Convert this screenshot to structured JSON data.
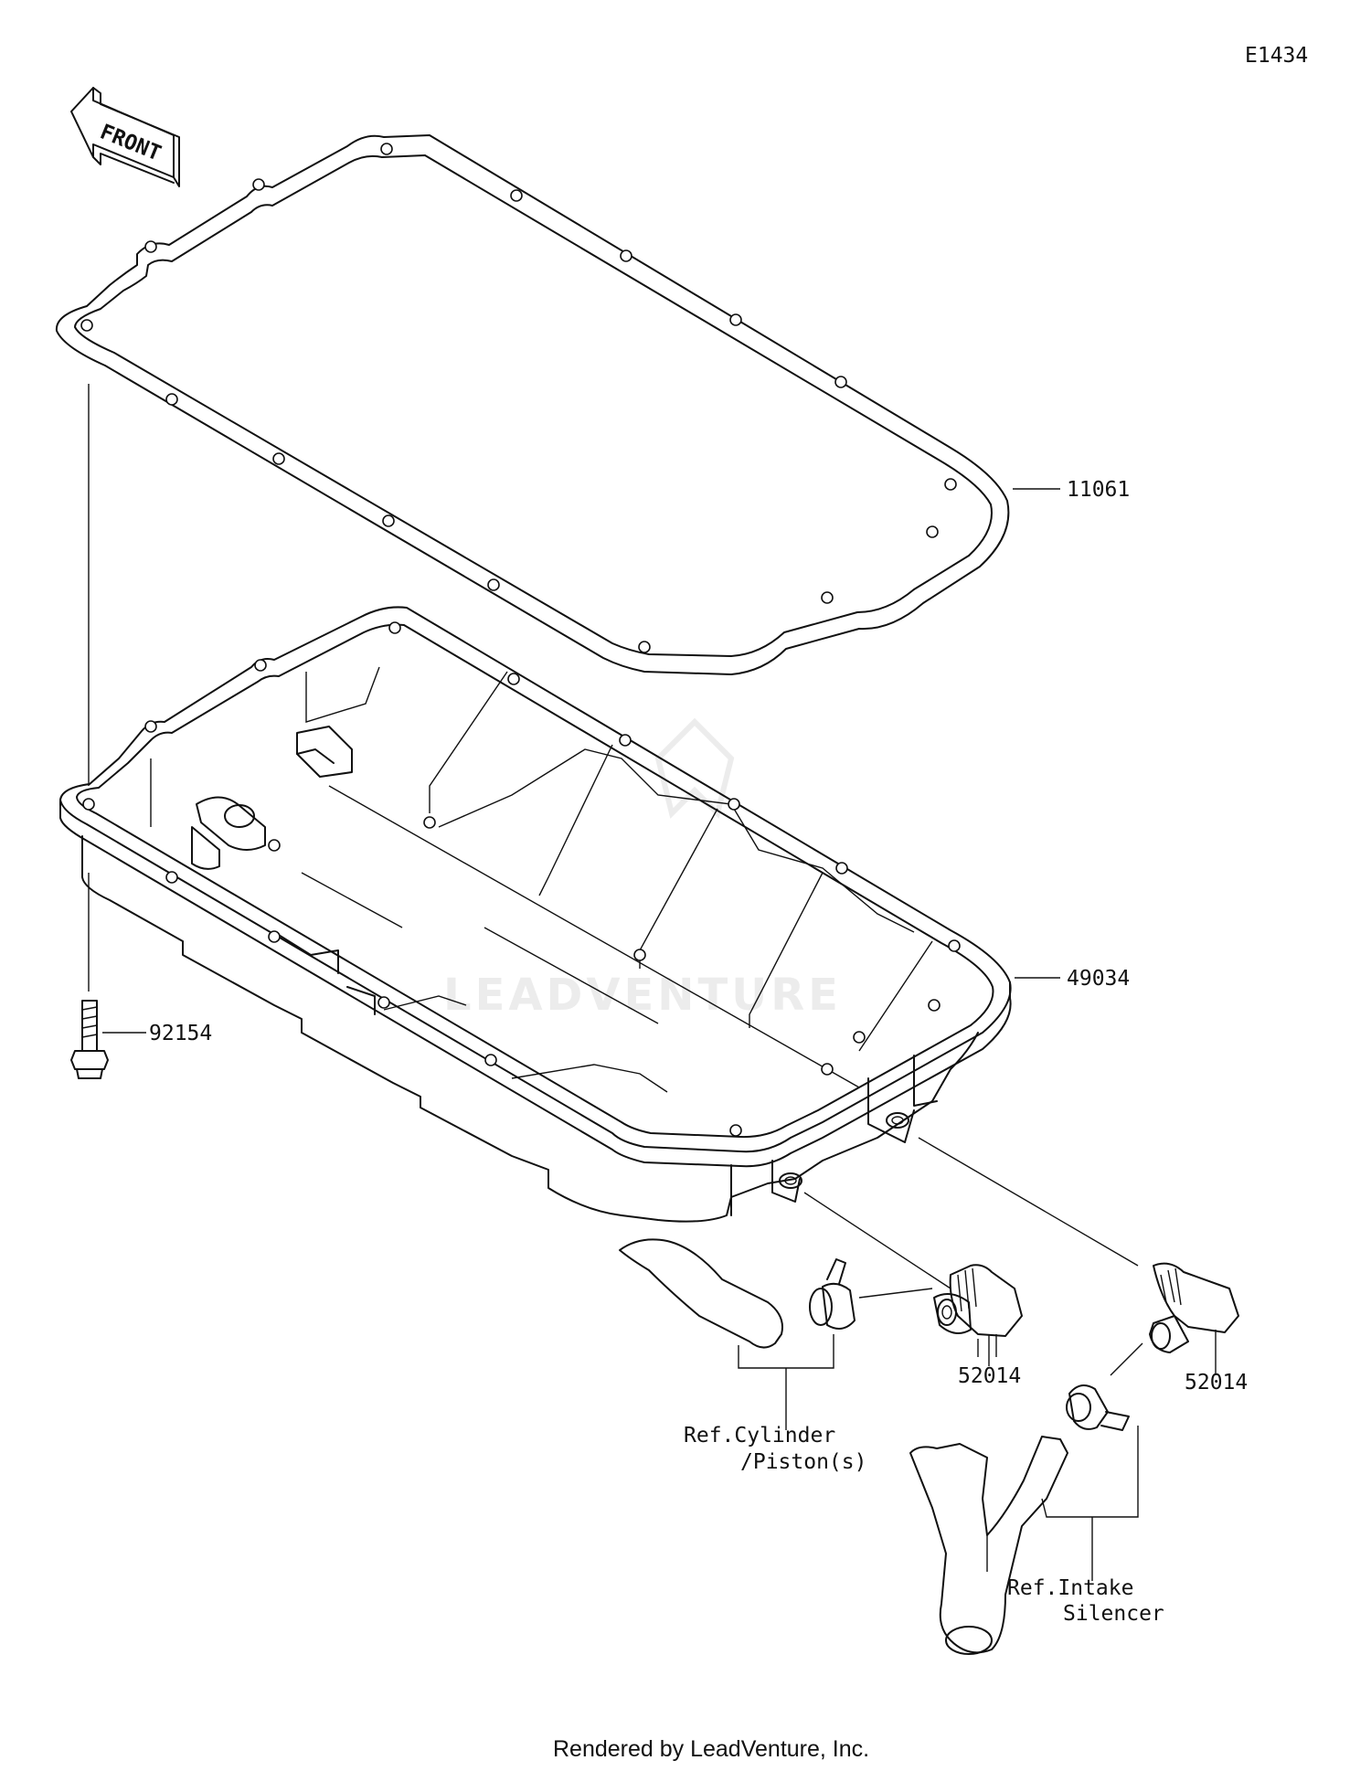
{
  "diagram_code": "E1434",
  "front_label": "FRONT",
  "watermark": "LEADVENTURE",
  "footer": "Rendered by LeadVenture, Inc.",
  "parts": {
    "gasket": "11061",
    "oil_pan": "49034",
    "bolt": "92154",
    "fitting_left": "52014",
    "fitting_right": "52014"
  },
  "references": {
    "cylinder_line1": "Ref.Cylinder",
    "cylinder_line2": "/Piston(s)",
    "intake_line1": "Ref.Intake",
    "intake_line2": "Silencer"
  }
}
